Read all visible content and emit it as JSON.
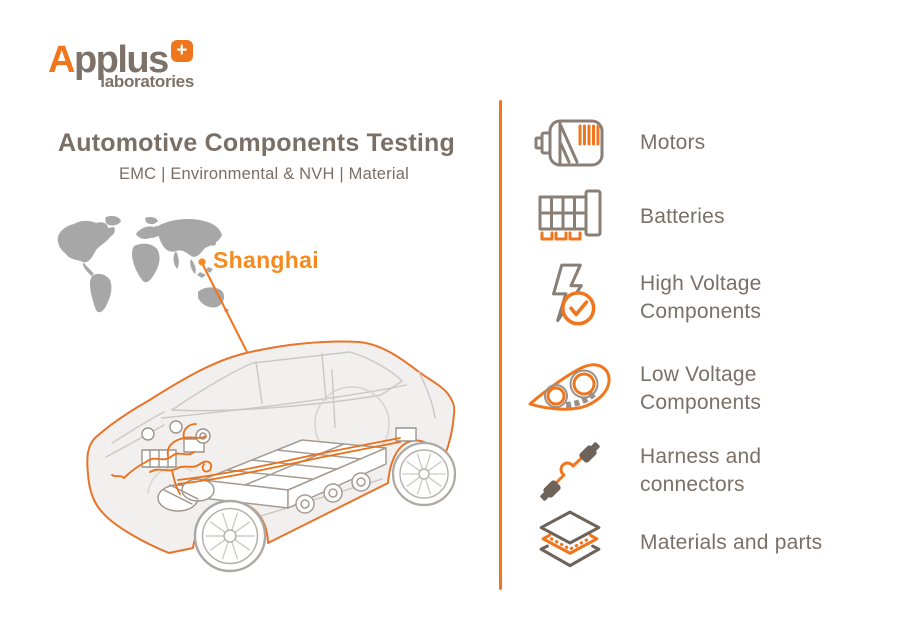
{
  "brand": {
    "logo_text_a": "A",
    "logo_text_rest": "pplus",
    "logo_plus": "+",
    "logo_sub": "laboratories"
  },
  "header": {
    "title": "Automotive Components Testing",
    "subtitle": "EMC | Environmental & NVH | Material"
  },
  "map": {
    "city": "Shanghai",
    "marker": "city-dot"
  },
  "illustration": {
    "subject": "electric-car-cutaway-with-wiring-harness-and-battery"
  },
  "services": {
    "items": [
      {
        "label": "Motors",
        "icon": "motor-icon"
      },
      {
        "label": "Batteries",
        "icon": "battery-pack-icon"
      },
      {
        "label": "High Voltage\nComponents",
        "icon": "lightning-check-icon"
      },
      {
        "label": "Low Voltage\nComponents",
        "icon": "headlight-icon"
      },
      {
        "label": "Harness and\nconnectors",
        "icon": "cable-connectors-icon"
      },
      {
        "label": "Materials and parts",
        "icon": "layers-icon"
      }
    ]
  },
  "colors": {
    "accent_orange": "#F0761D",
    "city_orange": "#F68A1E",
    "text_gray_brown": "#7B7067",
    "icon_stroke_gray": "#8A7F76",
    "map_gray": "#A7A7A7"
  }
}
